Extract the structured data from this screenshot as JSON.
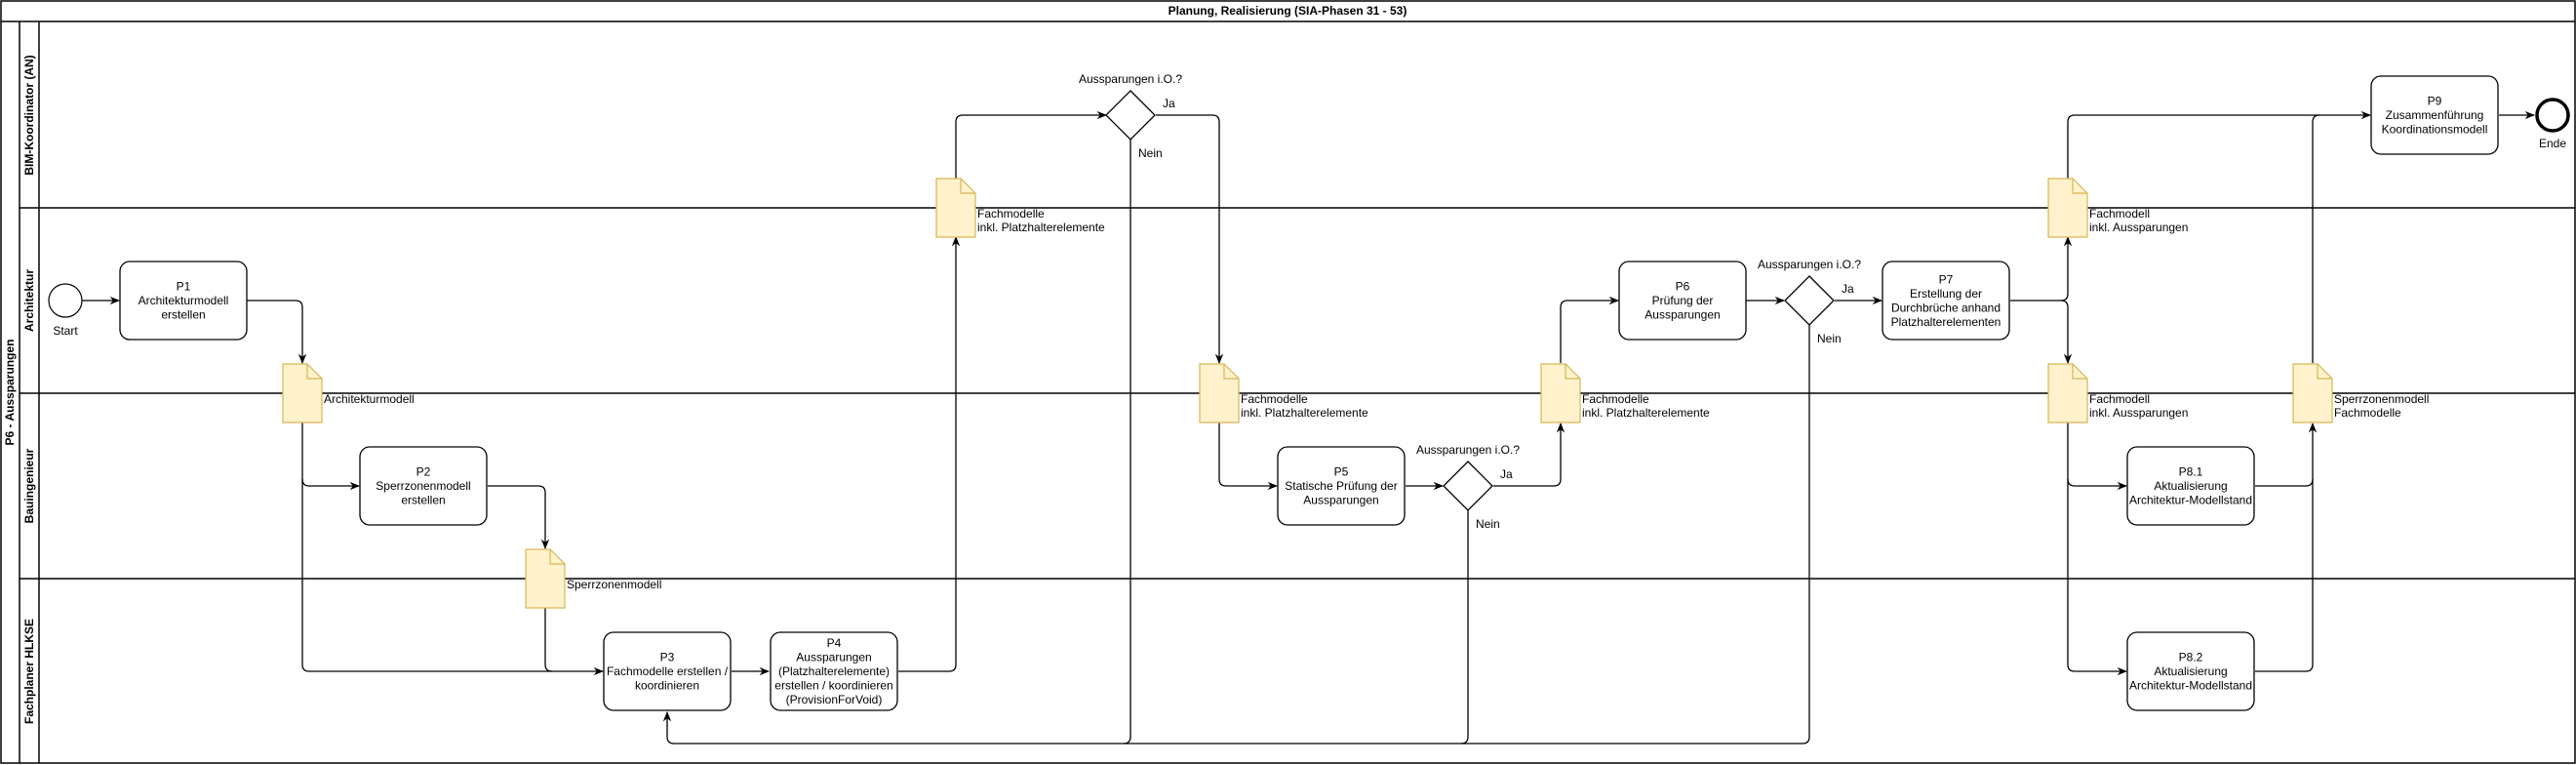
{
  "pool": {
    "title": "Planung, Realisierung (SIA-Phasen 31 - 53)",
    "name": "P6 - Aussparungen"
  },
  "lanes": [
    {
      "label": "BIM-Koordinator (AN)"
    },
    {
      "label": "Architektur"
    },
    {
      "label": "Bauingenieur"
    },
    {
      "label": "Fachplaner HLKSE"
    }
  ],
  "events": {
    "start": {
      "label": "Start"
    },
    "end": {
      "label": "Ende"
    }
  },
  "tasks": {
    "p1": {
      "lines": [
        "P1",
        "Architekturmodell",
        "erstellen"
      ]
    },
    "p2": {
      "lines": [
        "P2",
        "Sperrzonenmodell",
        "erstellen"
      ]
    },
    "p3": {
      "lines": [
        "P3",
        "Fachmodelle erstellen /",
        "koordinieren"
      ]
    },
    "p4": {
      "lines": [
        "P4",
        "Aussparungen",
        "(Platzhalterelemente)",
        "erstellen / koordinieren",
        "(ProvisionForVoid)"
      ]
    },
    "p5": {
      "lines": [
        "P5",
        "Statische Prüfung der",
        "Aussparungen"
      ]
    },
    "p6": {
      "lines": [
        "P6",
        "Prüfung der",
        "Aussparungen"
      ]
    },
    "p7": {
      "lines": [
        "P7",
        "Erstellung der",
        "Durchbrüche anhand",
        "Platzhalterelementen"
      ]
    },
    "p81": {
      "lines": [
        "P8.1",
        "Aktualisierung",
        "Architektur-Modellstand"
      ]
    },
    "p82": {
      "lines": [
        "P8.2",
        "Aktualisierung",
        "Architektur-Modellstand"
      ]
    },
    "p9": {
      "lines": [
        "P9",
        "Zusammenführung",
        "Koordinationsmodell"
      ]
    }
  },
  "gateways": {
    "g1": {
      "question": "Aussparungen i.O.?",
      "yes": "Ja",
      "no": "Nein"
    },
    "g2": {
      "question": "Aussparungen i.O.?",
      "yes": "Ja",
      "no": "Nein"
    },
    "g3": {
      "question": "Aussparungen i.O.?",
      "yes": "Ja",
      "no": "Nein"
    }
  },
  "documents": {
    "d1": {
      "lines": [
        "Architekturmodell"
      ]
    },
    "d2": {
      "lines": [
        "Sperrzonenmodell"
      ]
    },
    "d3": {
      "lines": [
        "Fachmodelle",
        "inkl. Platzhalterelemente"
      ]
    },
    "d4": {
      "lines": [
        "Fachmodelle",
        "inkl. Platzhalterelemente"
      ]
    },
    "d5": {
      "lines": [
        "Fachmodelle",
        "inkl. Platzhalterelemente"
      ]
    },
    "d6": {
      "lines": [
        "Fachmodell",
        "inkl. Aussparungen"
      ]
    },
    "d7": {
      "lines": [
        "Fachmodell",
        "inkl. Aussparungen"
      ]
    },
    "d8": {
      "lines": [
        "Sperrzonenmodell",
        "Fachmodelle"
      ]
    }
  },
  "colors": {
    "doc_fill": "#fff2cc",
    "doc_stroke": "#d6b656"
  }
}
